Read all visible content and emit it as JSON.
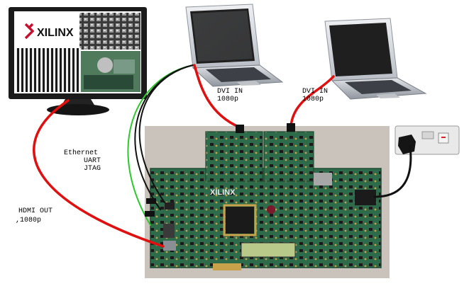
{
  "monitor": {
    "brand_text": "XILINX"
  },
  "labels": {
    "dvi_in_1": "DVI IN",
    "dvi_in_1_res": "1080p",
    "dvi_in_2": "DVI IN",
    "dvi_in_2_res": "1080p",
    "ethernet": "Ethernet",
    "uart": "UART",
    "jtag": "JTAG",
    "hdmi_out": "HDMI OUT",
    "hdmi_out_res": ",1080p"
  },
  "board": {
    "silk_brand": "XILINX"
  },
  "colors": {
    "cable_red": "#e01010",
    "cable_green": "#2cc82c",
    "cable_black": "#111111",
    "pcb_green": "#2e6b4a",
    "board_bg": "#c9c3bc"
  }
}
